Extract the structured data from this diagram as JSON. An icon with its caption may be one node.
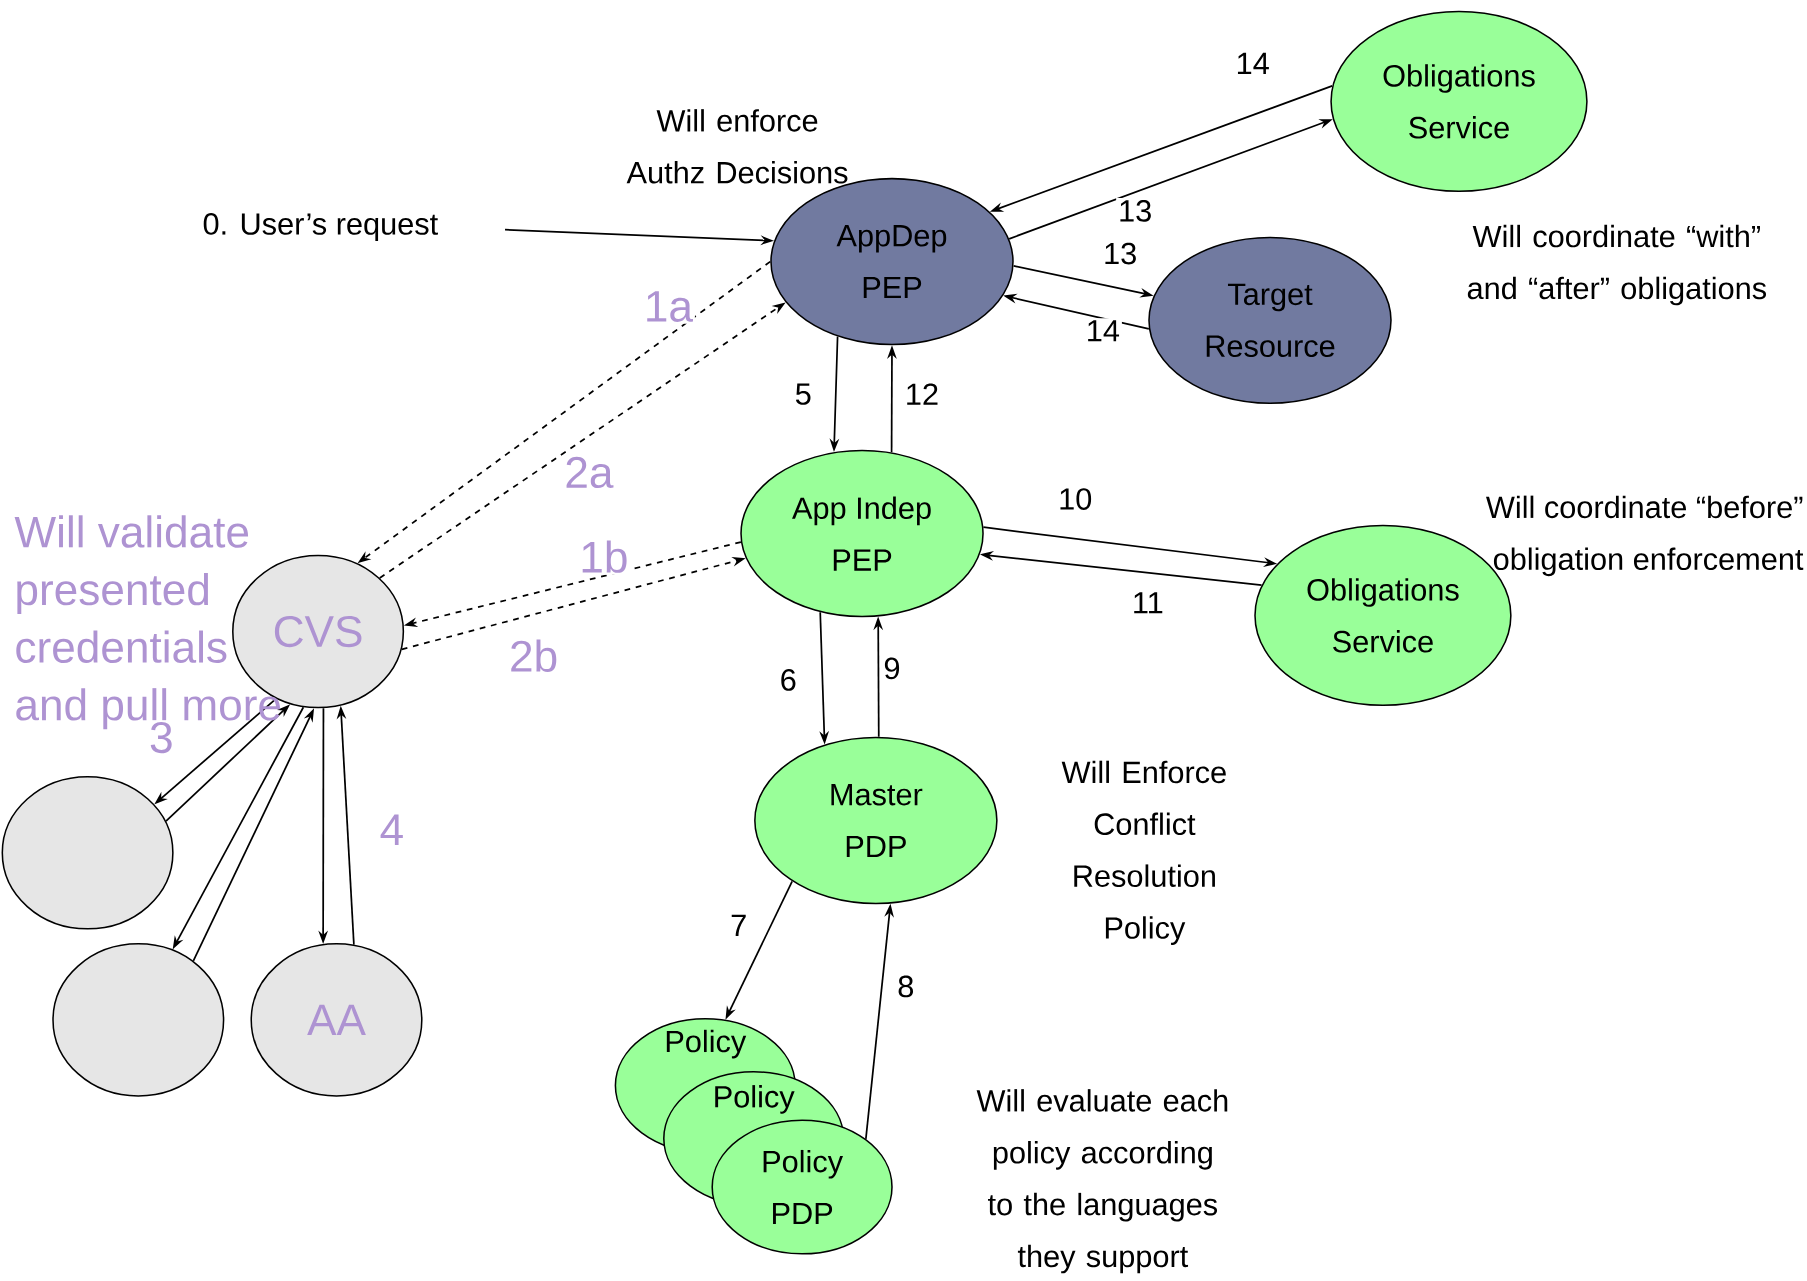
{
  "diagram": {
    "nodes": [
      {
        "text": [
          "Obligations Service"
        ]
      },
      {
        "text": [
          "AppDep PEP"
        ]
      },
      {
        "text": [
          "Target Resource"
        ]
      },
      {
        "text": [
          "App Indep PEP"
        ]
      },
      {
        "text": [
          "Obligations Service"
        ]
      },
      {
        "text": [
          "Master PDP"
        ]
      },
      {
        "text": [
          "Policy"
        ]
      },
      {
        "text": [
          "Policy"
        ]
      },
      {
        "text": [
          "Policy PDP"
        ]
      },
      {
        "text": [
          "CVS"
        ]
      },
      {
        "text": [],
        "shape": "circle"
      },
      {
        "text": [],
        "shape": "circle"
      },
      {
        "text": [
          "AA"
        ]
      },
      {
        "text": [
          "0. User’s request"
        ]
      }
    ],
    "edges": [
      {
        "from": 13,
        "to": 1,
        "arrow": "to"
      },
      {
        "from": 0,
        "to": 1,
        "arrow": "to",
        "label": "14"
      },
      {
        "from": 1,
        "to": 0,
        "arrow": "to",
        "label": "13"
      },
      {
        "from": 1,
        "to": 2,
        "arrow": "to",
        "label": "13"
      },
      {
        "from": 2,
        "to": 1,
        "arrow": "to",
        "label": "14"
      },
      {
        "from": 1,
        "to": 3,
        "arrow": "to",
        "label": "5"
      },
      {
        "from": 3,
        "to": 1,
        "arrow": "to",
        "label": "12"
      },
      {
        "from": 3,
        "to": 4,
        "arrow": "to",
        "label": "10"
      },
      {
        "from": 4,
        "to": 3,
        "arrow": "to",
        "label": "11"
      },
      {
        "from": 3,
        "to": 5,
        "arrow": "to",
        "label": "6"
      },
      {
        "from": 5,
        "to": 3,
        "arrow": "to",
        "label": "9"
      },
      {
        "from": 5,
        "to": 6,
        "arrow": "to",
        "label": "7"
      },
      {
        "from": 8,
        "to": 5,
        "arrow": "to",
        "label": "8"
      },
      {
        "from": 1,
        "to": 9,
        "arrow": "to",
        "style": "dashed",
        "label": "1a"
      },
      {
        "from": 9,
        "to": 1,
        "arrow": "to",
        "style": "dashed",
        "label": "2a"
      },
      {
        "from": 3,
        "to": 9,
        "arrow": "to",
        "style": "dashed",
        "label": "1b"
      },
      {
        "from": 9,
        "to": 3,
        "arrow": "to",
        "style": "dashed",
        "label": "2b"
      },
      {
        "from": 9,
        "to": 10,
        "arrow": "to",
        "label": "3"
      },
      {
        "from": 9,
        "to": 11,
        "arrow": "to"
      },
      {
        "from": 9,
        "to": 12,
        "arrow": "to"
      },
      {
        "from": 10,
        "to": 9,
        "arrow": "to"
      },
      {
        "from": 11,
        "to": 9,
        "arrow": "to"
      },
      {
        "from": 12,
        "to": 9,
        "arrow": "to",
        "label": "4"
      }
    ],
    "labels": [
      "Will enforce Authz Decisions",
      "Will coordinate “with” and “after” obligations",
      "Will coordinate “before” obligation enforcement",
      "Will validate presented credentials and pull more",
      "Will Enforce Conflict Resolution Policy",
      "Will evaluate each policy according to the languages they support"
    ]
  }
}
